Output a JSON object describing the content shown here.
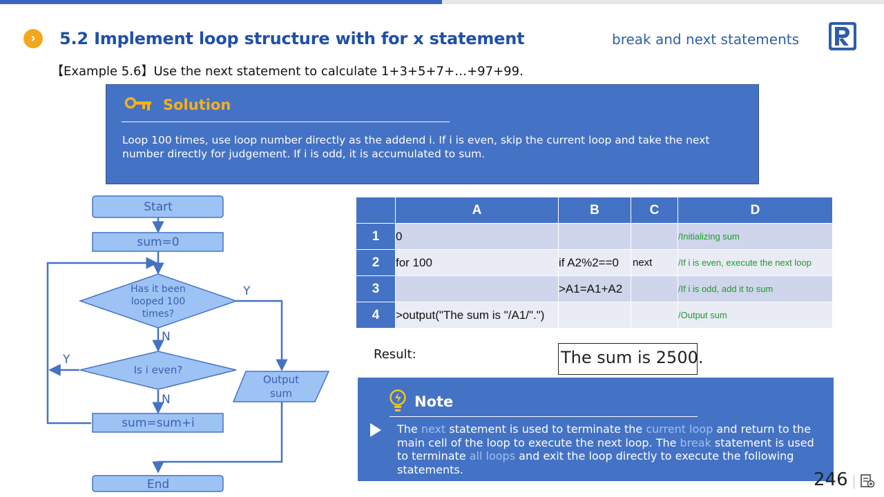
{
  "header": {
    "bullet_glyph": "›",
    "title": "5.2 Implement loop structure with for x statement",
    "subtitle": "break and next statements",
    "accent_color": "#3b64c0"
  },
  "example": "【Example 5.6】Use the next statement to calculate 1+3+5+7+…+97+99.",
  "solution": {
    "title": "Solution",
    "text": "Loop 100 times, use loop number directly as the addend i. If i is even, skip the current loop and take the next number directly for judgement. If i is odd, it is accumulated to sum.",
    "icon": "key-icon"
  },
  "flowchart": {
    "start": "Start",
    "init": "sum=0",
    "cond1_line1": "Has it been",
    "cond1_line2": "looped 100",
    "cond1_line3": "times?",
    "cond1_yes": "Y",
    "cond1_no": "N",
    "cond2": "Is i even?",
    "cond2_yes": "Y",
    "cond2_no": "N",
    "output_line1": "Output",
    "output_line2": "sum",
    "accumulate": "sum=sum+i",
    "end": "End"
  },
  "grid": {
    "columns": [
      "A",
      "B",
      "C",
      "D"
    ],
    "rows": [
      {
        "num": "1",
        "a": "0",
        "b": "",
        "c": "",
        "d": "/Initializing sum"
      },
      {
        "num": "2",
        "a": "for 100",
        "b": "if A2%2==0",
        "c": "next",
        "d": "/If i is even, execute the next loop"
      },
      {
        "num": "3",
        "a": "",
        "b": ">A1=A1+A2",
        "c": "",
        "d": "/If i is odd, add it to sum"
      },
      {
        "num": "4",
        "a": ">output(\"The sum is \"/A1/\".\")",
        "b": "",
        "c": "",
        "d": "/Output sum"
      }
    ]
  },
  "result": {
    "label": "Result:",
    "value": "The sum is 2500."
  },
  "note": {
    "title": "Note",
    "icon": "lightbulb-icon",
    "p1": "The ",
    "k1": "next",
    "p2": " statement is used to terminate the ",
    "k2": "current loop",
    "p3": " and return to the main cell of the loop to execute the next loop. The ",
    "k3": "break",
    "p4": " statement is used to terminate ",
    "k4": "all loops",
    "p5": " and exit the loop directly to execute the following statements."
  },
  "footer": {
    "page_number": "246"
  }
}
